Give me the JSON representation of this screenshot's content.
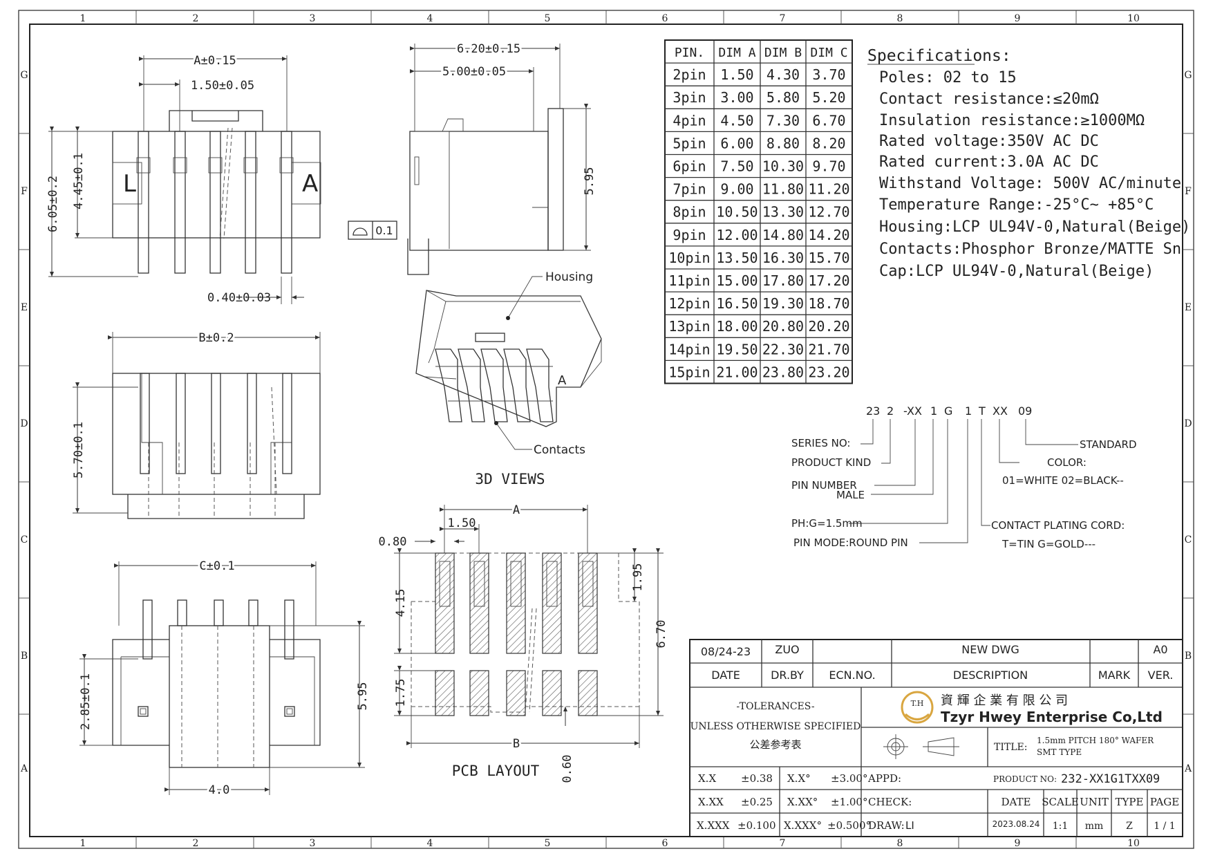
{
  "border": {
    "columns": [
      "1",
      "2",
      "3",
      "4",
      "5",
      "6",
      "7",
      "8",
      "9",
      "10"
    ],
    "rows": [
      "G",
      "F",
      "E",
      "D",
      "C",
      "B",
      "A"
    ]
  },
  "top_view": {
    "dim_a": "A±0.15",
    "dim_pitch": "1.50±0.05",
    "dim_height": "6.05±0.2",
    "dim_body": "4.45±0.1",
    "dim_pin": "0.40±0.03",
    "mark_left": "L",
    "mark_right": "A"
  },
  "side_view": {
    "dim_total": "6.20±0.15",
    "dim_body": "5.00±0.05",
    "dim_height": "5.95",
    "flatness_value": "0.1"
  },
  "front_view": {
    "dim_b": "B±0.2",
    "dim_height": "5.70±0.1"
  },
  "bottom_view": {
    "dim_c": "C±0.1",
    "dim_height": "5.95",
    "dim_lead": "2.85±0.1",
    "dim_width": "4.0"
  },
  "views_3d": {
    "housing_label": "Housing",
    "contacts_label": "Contacts",
    "caption": "3D VIEWS",
    "mark": "A"
  },
  "pcb": {
    "dim_a": "A",
    "dim_pitch": "1.50",
    "dim_pad": "0.80",
    "dim_415": "4.15",
    "dim_195": "1.95",
    "dim_670": "6.70",
    "dim_175": "1.75",
    "dim_b": "B",
    "dim_060": "0.60",
    "caption": "PCB LAYOUT"
  },
  "pin_table": {
    "headers": [
      "PIN.",
      "DIM A",
      "DIM B",
      "DIM C"
    ],
    "rows": [
      [
        "2pin",
        "1.50",
        "4.30",
        "3.70"
      ],
      [
        "3pin",
        "3.00",
        "5.80",
        "5.20"
      ],
      [
        "4pin",
        "4.50",
        "7.30",
        "6.70"
      ],
      [
        "5pin",
        "6.00",
        "8.80",
        "8.20"
      ],
      [
        "6pin",
        "7.50",
        "10.30",
        "9.70"
      ],
      [
        "7pin",
        "9.00",
        "11.80",
        "11.20"
      ],
      [
        "8pin",
        "10.50",
        "13.30",
        "12.70"
      ],
      [
        "9pin",
        "12.00",
        "14.80",
        "14.20"
      ],
      [
        "10pin",
        "13.50",
        "16.30",
        "15.70"
      ],
      [
        "11pin",
        "15.00",
        "17.80",
        "17.20"
      ],
      [
        "12pin",
        "16.50",
        "19.30",
        "18.70"
      ],
      [
        "13pin",
        "18.00",
        "20.80",
        "20.20"
      ],
      [
        "14pin",
        "19.50",
        "22.30",
        "21.70"
      ],
      [
        "15pin",
        "21.00",
        "23.80",
        "23.20"
      ]
    ]
  },
  "specs": {
    "title": "Specifications:",
    "lines": [
      "Poles: 02 to 15",
      "Contact resistance:≤20mΩ",
      "Insulation resistance:≥1000MΩ",
      "Rated voltage:350V AC DC",
      "Rated current:3.0A AC DC",
      "Withstand Voltage: 500V AC/minute",
      "Temperature Range:-25°C~ +85°C",
      "Housing:LCP UL94V-0,Natural(Beige)",
      "Contacts:Phosphor Bronze/MATTE Sn",
      "Cap:LCP UL94V-0,Natural(Beige)"
    ]
  },
  "part_code": {
    "segments": [
      "23",
      "2",
      "-XX",
      "1",
      "G",
      "1",
      "T",
      "XX",
      "09"
    ],
    "series": "SERIES NO:",
    "kind": "PRODUCT KIND",
    "pin_number": "PIN NUMBER",
    "male": "MALE",
    "ph": "PH:G=1.5mm",
    "pin_mode": "PIN MODE:ROUND PIN",
    "standard": "STANDARD",
    "color": "COLOR:",
    "color_opts": "01=WHITE 02=BLACK--",
    "plating": "CONTACT PLATING CORD:",
    "plating_opts": "T=TIN   G=GOLD---"
  },
  "title_block": {
    "rev_date": "08/24-23",
    "rev_by": "ZUO",
    "rev_desc": "NEW DWG",
    "rev_ver": "A0",
    "h_date": "DATE",
    "h_drby": "DR.BY",
    "h_ecn": "ECN.NO.",
    "h_desc": "DESCRIPTION",
    "h_mark": "MARK",
    "h_ver": "VER.",
    "tol_title": "-TOLERANCES-",
    "tol_sub": "UNLESS OTHERWISE SPECIFIED",
    "tol_cn": "公差参考表",
    "company_cn": "資 輝 企 業 有 限 公 司",
    "company_en": "Tzyr Hwey Enterprise Co,Ltd",
    "logo_text": "T.H",
    "title_label": "TITLE:",
    "title_line1": "1.5mm PITCH 180°  WAFER",
    "title_line2": "SMT TYPE",
    "tol_rows": [
      [
        "X.X",
        "±0.38",
        "X.X°",
        "±3.00°"
      ],
      [
        "X.XX",
        "±0.25",
        "X.XX°",
        "±1.00°"
      ],
      [
        "X.XXX",
        "±0.100",
        "X.XXX°",
        "±0.500°"
      ]
    ],
    "appd": "APPD:",
    "check": "CHECK:",
    "draw": "DRAW:",
    "draw_by": "LI",
    "product_label": "PRODUCT NO:",
    "product_no": "232-XX1G1TXX09",
    "h_date2": "DATE",
    "h_scale": "SCALE",
    "h_unit": "UNIT",
    "h_type": "TYPE",
    "h_page": "PAGE",
    "date": "2023.08.24",
    "scale": "1:1",
    "unit": "mm",
    "type": "Z",
    "page": "1 / 1"
  }
}
